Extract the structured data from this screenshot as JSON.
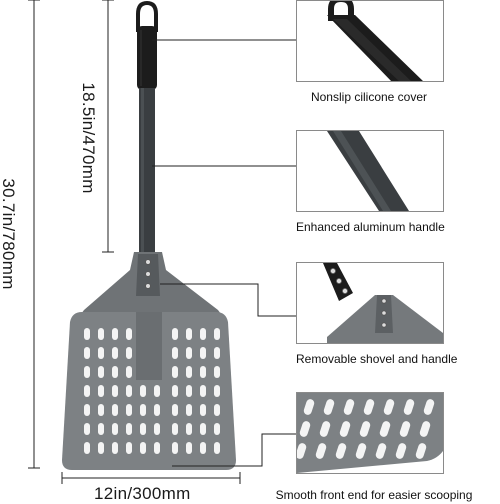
{
  "dimensions": {
    "total_height": "30.7in/780mm",
    "handle_length": "18.5in/470mm",
    "width": "12in/300mm"
  },
  "callouts": [
    {
      "caption": "Nonslip cilicone cover",
      "icon": "handle-grip-icon"
    },
    {
      "caption": "Enhanced aluminum handle",
      "icon": "aluminum-handle-icon"
    },
    {
      "caption": "Removable shovel and handle",
      "icon": "shovel-joint-icon"
    },
    {
      "caption": "Smooth front end for easier scooping",
      "icon": "perforated-edge-icon"
    }
  ],
  "colors": {
    "grip": "#1c1c1c",
    "handle": "#3a3e41",
    "blade": "#7d8184",
    "blade_dark": "#5c6063",
    "line": "#222222"
  }
}
